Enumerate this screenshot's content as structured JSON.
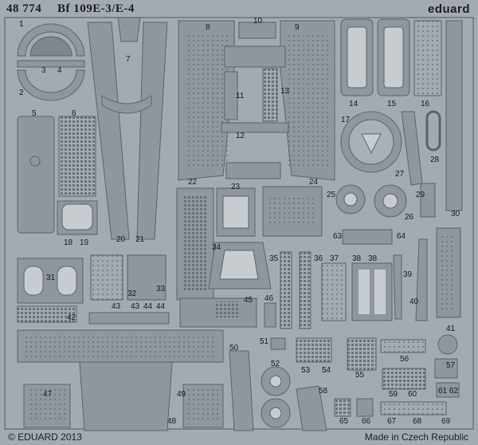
{
  "header": {
    "set_number": "48 774",
    "title": "Bf 109E-3/E-4",
    "brand": "eduard"
  },
  "footer": {
    "copyright": "© EDUARD 2013",
    "origin": "Made in Czech Republic"
  },
  "colors": {
    "fret": "#a3aab2",
    "part": "#8f969e",
    "edge": "#5d636a",
    "hole": "#c7ccd1",
    "text": "#1a1a1a"
  },
  "part_numbers": [
    "1",
    "2",
    "3",
    "4",
    "5",
    "6",
    "7",
    "8",
    "9",
    "10",
    "11",
    "12",
    "13",
    "14",
    "15",
    "16",
    "17",
    "18",
    "19",
    "20",
    "21",
    "22",
    "23",
    "24",
    "25",
    "26",
    "27",
    "28",
    "29",
    "30",
    "31",
    "32",
    "33",
    "34",
    "35",
    "36",
    "37",
    "38",
    "38",
    "39",
    "40",
    "41",
    "42",
    "43",
    "43",
    "44",
    "44",
    "45",
    "46",
    "47",
    "48",
    "49",
    "50",
    "51",
    "52",
    "53",
    "54",
    "55",
    "56",
    "57",
    "58",
    "59",
    "60",
    "61",
    "62",
    "63",
    "64",
    "65",
    "66",
    "67",
    "68",
    "69"
  ]
}
